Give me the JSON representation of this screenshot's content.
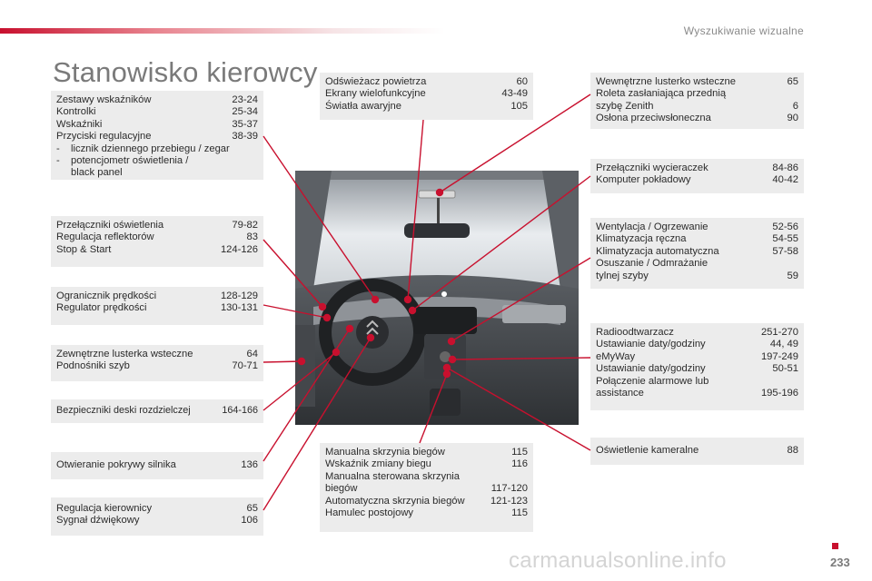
{
  "header": {
    "section_title": "Wyszukiwanie wizualne"
  },
  "page": {
    "title": "Stanowisko kierowcy",
    "number": "233"
  },
  "watermark": "carmanualsonline.info",
  "box_instruments": {
    "items": [
      {
        "label": "Zestawy wskaźników",
        "page": "23-24"
      },
      {
        "label": "Kontrolki",
        "page": "25-34"
      },
      {
        "label": "Wskaźniki",
        "page": "35-37"
      },
      {
        "label": "Przyciski regulacyjne",
        "page": "38-39"
      }
    ],
    "subitems": [
      {
        "dash": "-",
        "text": "licznik dziennego przebiegu / zegar"
      },
      {
        "dash": "-",
        "text": "potencjometr oświetlenia /\nblack panel"
      }
    ]
  },
  "box_lighting": {
    "items": [
      {
        "label": "Przełączniki oświetlenia",
        "page": "79-82"
      },
      {
        "label": "Regulacja reflektorów",
        "page": "83"
      },
      {
        "label": "Stop & Start",
        "page": "124-126"
      }
    ]
  },
  "box_speed": {
    "items": [
      {
        "label": "Ogranicznik prędkości",
        "page": "128-129"
      },
      {
        "label": "Regulator prędkości",
        "page": "130-131"
      }
    ]
  },
  "box_mirrors": {
    "items": [
      {
        "label": "Zewnętrzne lusterka wsteczne",
        "page": "64"
      },
      {
        "label": "Podnośniki szyb",
        "page": "70-71"
      }
    ]
  },
  "box_fuses": {
    "items": [
      {
        "label": "Bezpieczniki deski rozdzielczej",
        "page": "164-166"
      }
    ]
  },
  "box_bonnet": {
    "items": [
      {
        "label": "Otwieranie pokrywy silnika",
        "page": "136"
      }
    ]
  },
  "box_steering": {
    "items": [
      {
        "label": "Regulacja kierownicy",
        "page": "65"
      },
      {
        "label": "Sygnał dźwiękowy",
        "page": "106"
      }
    ]
  },
  "box_demister": {
    "items": [
      {
        "label": "Odświeżacz powietrza",
        "page": "60"
      },
      {
        "label": "Ekrany wielofunkcyjne",
        "page": "43-49"
      },
      {
        "label": "Światła awaryjne",
        "page": "105"
      }
    ]
  },
  "box_gearbox": {
    "items": [
      {
        "label": "Manualna skrzynia biegów",
        "page": "115"
      },
      {
        "label": "Wskaźnik zmiany biegu",
        "page": "116"
      },
      {
        "label": "Manualna sterowana skrzynia\n   biegów",
        "page": "117-120"
      },
      {
        "label": "Automatyczna skrzynia biegów",
        "page": "121-123"
      },
      {
        "label": "Hamulec postojowy",
        "page": "115"
      }
    ]
  },
  "box_interior_mirror": {
    "items": [
      {
        "label": "Wewnętrzne lusterko wsteczne",
        "page": "65"
      },
      {
        "label": "Roleta zasłaniająca przednią\n   szybę Zenith",
        "page": "6"
      },
      {
        "label": "Osłona przeciwsłoneczna",
        "page": "90"
      }
    ]
  },
  "box_wipers": {
    "items": [
      {
        "label": "Przełączniki wycieraczek",
        "page": "84-86"
      },
      {
        "label": "Komputer pokładowy",
        "page": "40-42"
      }
    ]
  },
  "box_ventilation": {
    "items": [
      {
        "label": "Wentylacja / Ogrzewanie",
        "page": "52-56"
      },
      {
        "label": "Klimatyzacja ręczna",
        "page": "54-55"
      },
      {
        "label": "Klimatyzacja automatyczna",
        "page": "57-58"
      },
      {
        "label": "Osuszanie / Odmrażanie\n   tylnej szyby",
        "page": "59"
      }
    ]
  },
  "box_audio": {
    "items": [
      {
        "label": "Radioodtwarzacz",
        "page": "251-270"
      },
      {
        "label": "Ustawianie daty/godziny",
        "page": "44, 49"
      },
      {
        "label": "eMyWay",
        "page": "197-249"
      },
      {
        "label": "Ustawianie daty/godziny",
        "page": "50-51"
      },
      {
        "label": "Połączenie alarmowe lub\n   assistance",
        "page": "195-196"
      }
    ]
  },
  "box_camera": {
    "items": [
      {
        "label": "Oświetlenie kameralne",
        "page": "88"
      }
    ]
  },
  "colors": {
    "accent": "#c8102e",
    "box_bg": "#ececec",
    "title": "#7a7a7a"
  }
}
